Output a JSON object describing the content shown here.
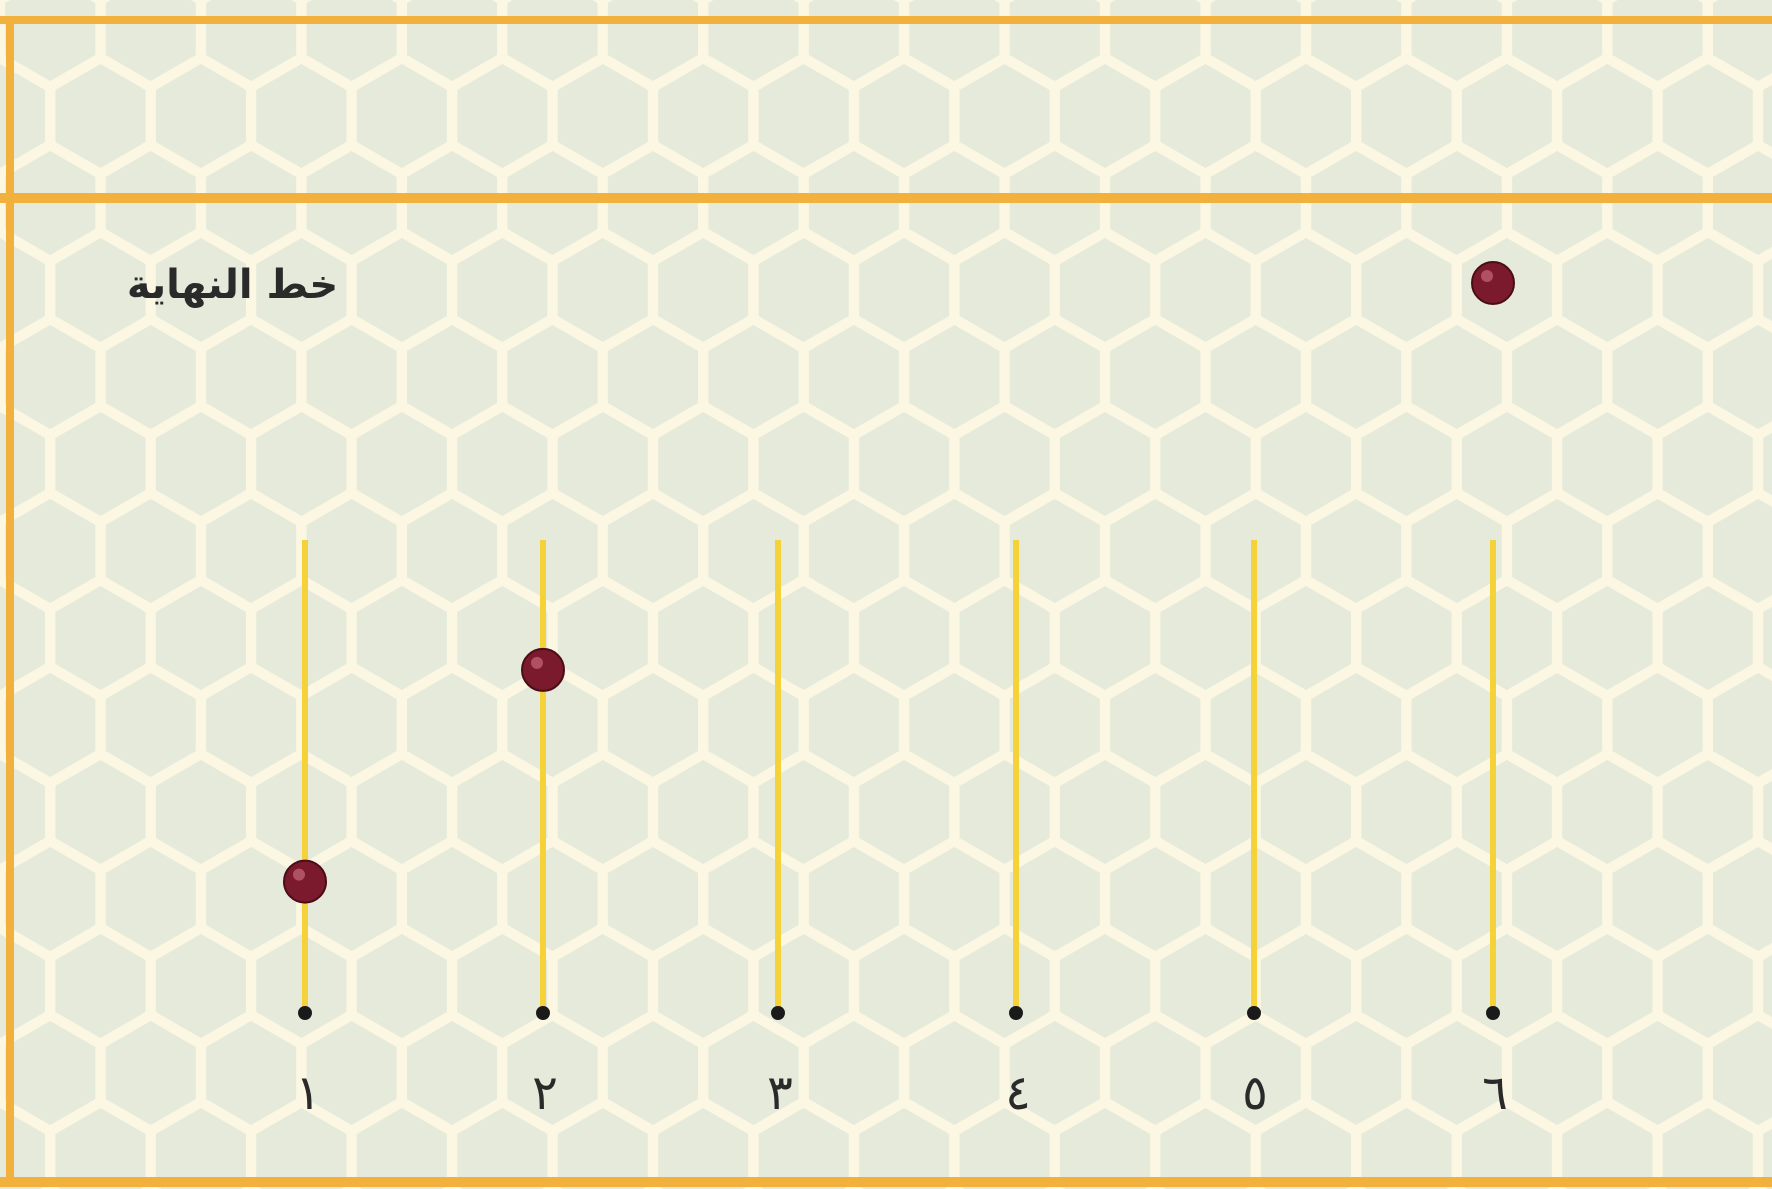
{
  "board": {
    "finish_line_label": "خط النهاية",
    "colors": {
      "background": "#fbf7e2",
      "hexagon": "#dfe6d8",
      "border": "#f2b13d",
      "track": "#f5d13a",
      "marble": "#7a1a2c",
      "start_dot": "#1a1a1a",
      "text": "#2a2a2a"
    }
  },
  "lanes": [
    {
      "number": "١",
      "marble_progress": 0.18
    },
    {
      "number": "٢",
      "marble_progress": 0.47
    },
    {
      "number": "٣",
      "marble_progress": null
    },
    {
      "number": "٤",
      "marble_progress": null
    },
    {
      "number": "٥",
      "marble_progress": null
    },
    {
      "number": "٦",
      "marble_progress": 1.0
    }
  ]
}
